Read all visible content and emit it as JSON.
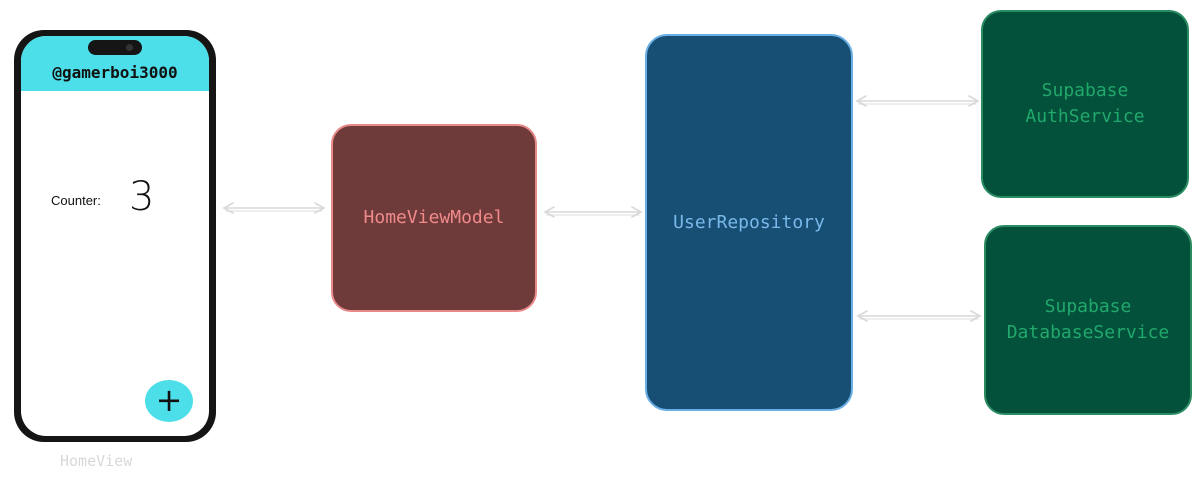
{
  "home_view": {
    "username": "@gamerboi3000",
    "counter_label": "Counter:",
    "counter_value": "3",
    "add_button_label": "+",
    "caption": "HomeView"
  },
  "home_view_model": {
    "label": "HomeViewModel"
  },
  "user_repository": {
    "label": "UserRepository"
  },
  "auth_service": {
    "label": "Supabase\nAuthService"
  },
  "database_service": {
    "label": "Supabase\nDatabaseService"
  },
  "colors": {
    "phone_accent": "#4ddfe9",
    "view_model_fill": "#6f3a3a",
    "view_model_text": "#f08a8a",
    "repository_fill": "#174e73",
    "repository_text": "#79b8ea",
    "service_fill": "#03513a",
    "service_text": "#21a86d",
    "arrow": "#d9d9d9"
  }
}
